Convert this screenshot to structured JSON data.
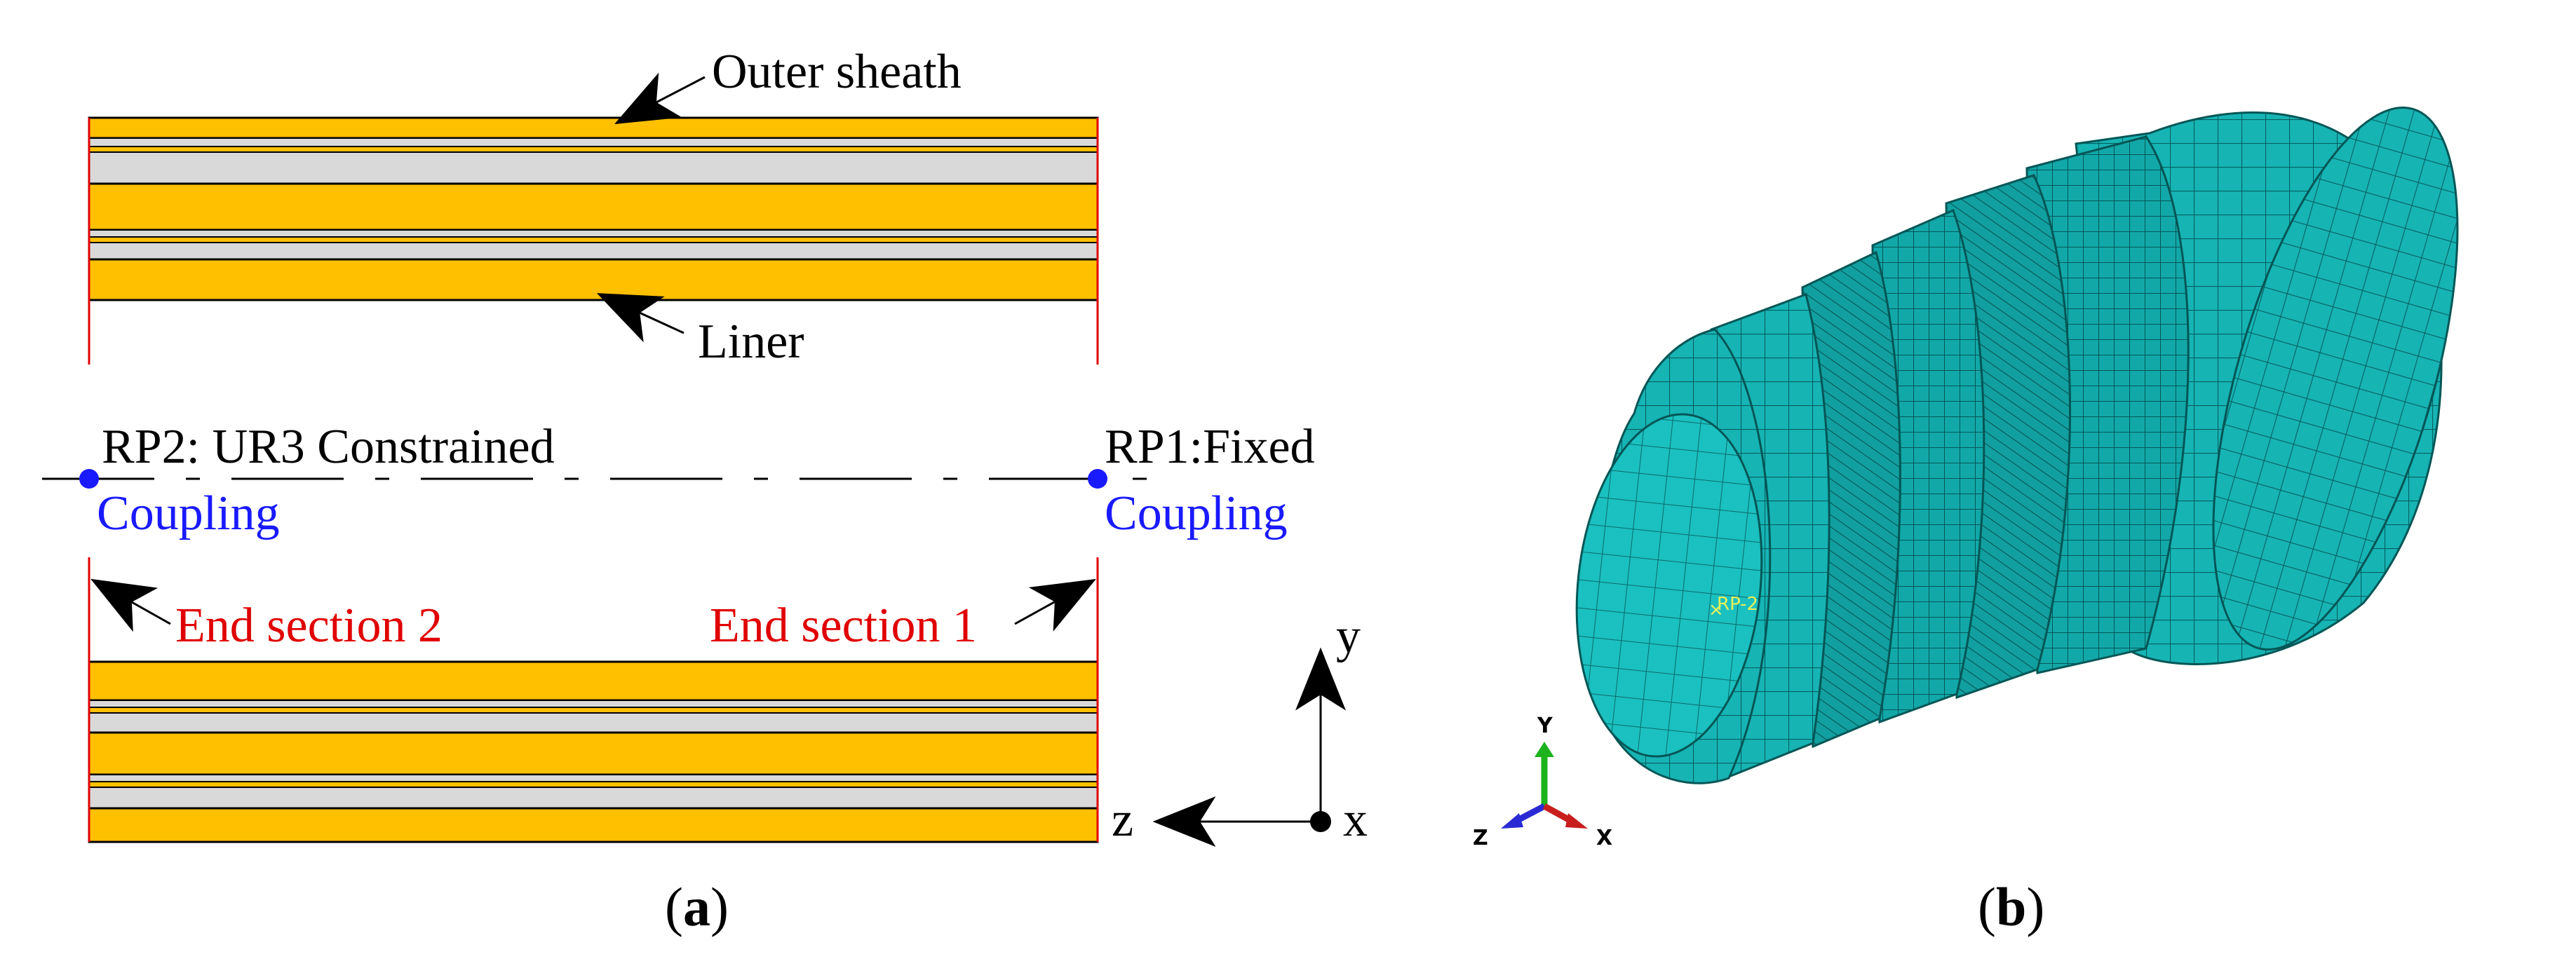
{
  "panel_a": {
    "labels": {
      "outer_sheath": "Outer sheath",
      "liner": "Liner",
      "rp2": "RP2: UR3 Constrained",
      "rp1": "RP1:Fixed",
      "coupling_left": "Coupling",
      "coupling_right": "Coupling",
      "end_section_2": "End section 2",
      "end_section_1": "End section 1"
    },
    "axes": {
      "y": "y",
      "z": "z",
      "x": "x"
    },
    "caption": "a",
    "colors": {
      "layer": "#ffc000",
      "armor": "#d9d9d9",
      "outline": "#000000",
      "end_section": "#e00000",
      "ref_point": "#1a1aff"
    }
  },
  "panel_b": {
    "triad": {
      "y": "Y",
      "z": "Z",
      "x": "X"
    },
    "rp_label": "RP-2",
    "caption": "b",
    "colors": {
      "mesh_fill": "#14b2b2",
      "mesh_line": "#075858"
    }
  }
}
